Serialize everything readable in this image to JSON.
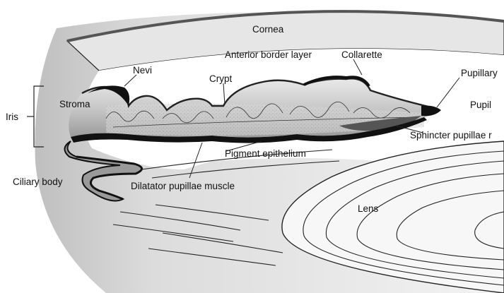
{
  "labels": {
    "cornea": "Cornea",
    "anterior_border_layer": "Anterior border layer",
    "collarette": "Collarette",
    "nevi": "Nevi",
    "crypt": "Crypt",
    "pupillary": "Pupillary",
    "stroma": "Stroma",
    "iris": "Iris",
    "pupil": "Pupil",
    "sphincter": "Sphincter pupillae r",
    "pigment_epithelium": "Pigment epithelium",
    "ciliary_body": "Ciliary body",
    "dilatator": "Dilatator pupillae muscle",
    "lens": "Lens"
  },
  "colors": {
    "pigment": "#111111",
    "stroma": "#bdbdbd",
    "tissue": "#efefef",
    "line": "#222222"
  }
}
